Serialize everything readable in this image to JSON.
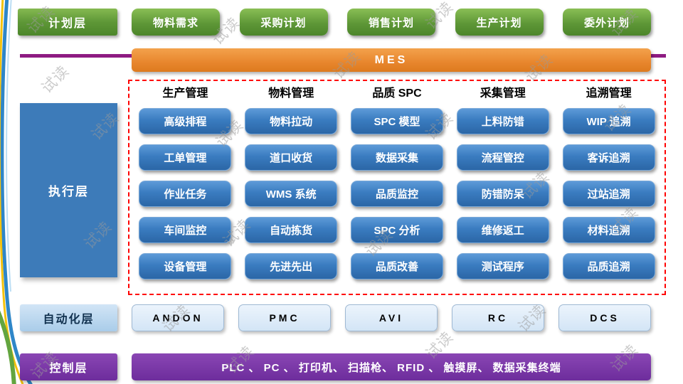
{
  "watermark": "试读",
  "plan_layer": {
    "label": "计划层",
    "items": [
      "物料需求",
      "采购计划",
      "销售计划",
      "生产计划",
      "委外计划"
    ]
  },
  "mes": {
    "label": "MES"
  },
  "execution_layer": {
    "label": "执行层",
    "columns": [
      {
        "header": "生产管理",
        "items": [
          "高级排程",
          "工单管理",
          "作业任务",
          "车间监控",
          "设备管理"
        ]
      },
      {
        "header": "物料管理",
        "items": [
          "物料拉动",
          "道口收货",
          "WMS 系统",
          "自动拣货",
          "先进先出"
        ]
      },
      {
        "header": "品质 SPC",
        "items": [
          "SPC 模型",
          "数据采集",
          "品质监控",
          "SPC 分析",
          "品质改善"
        ]
      },
      {
        "header": "采集管理",
        "items": [
          "上料防错",
          "流程管控",
          "防错防呆",
          "维修返工",
          "测试程序"
        ]
      },
      {
        "header": "追溯管理",
        "items": [
          "WIP 追溯",
          "客诉追溯",
          "过站追溯",
          "材料追溯",
          "品质追溯"
        ]
      }
    ]
  },
  "automation_layer": {
    "label": "自动化层",
    "items": [
      "ANDON",
      "PMC",
      "AVI",
      "RC",
      "DCS"
    ]
  },
  "control_layer": {
    "label": "控制层",
    "devices": "PLC 、 PC 、 打印机、 扫描枪、 RFID 、 触摸屏、 数据采集终端"
  },
  "colors": {
    "green": "#5e9737",
    "orange": "#e8862d",
    "blue": "#2e74b5",
    "light_blue": "#d3e5f6",
    "purple": "#7030a0",
    "accent_line": "#8e1b82",
    "dashed_border": "#ff0000"
  }
}
